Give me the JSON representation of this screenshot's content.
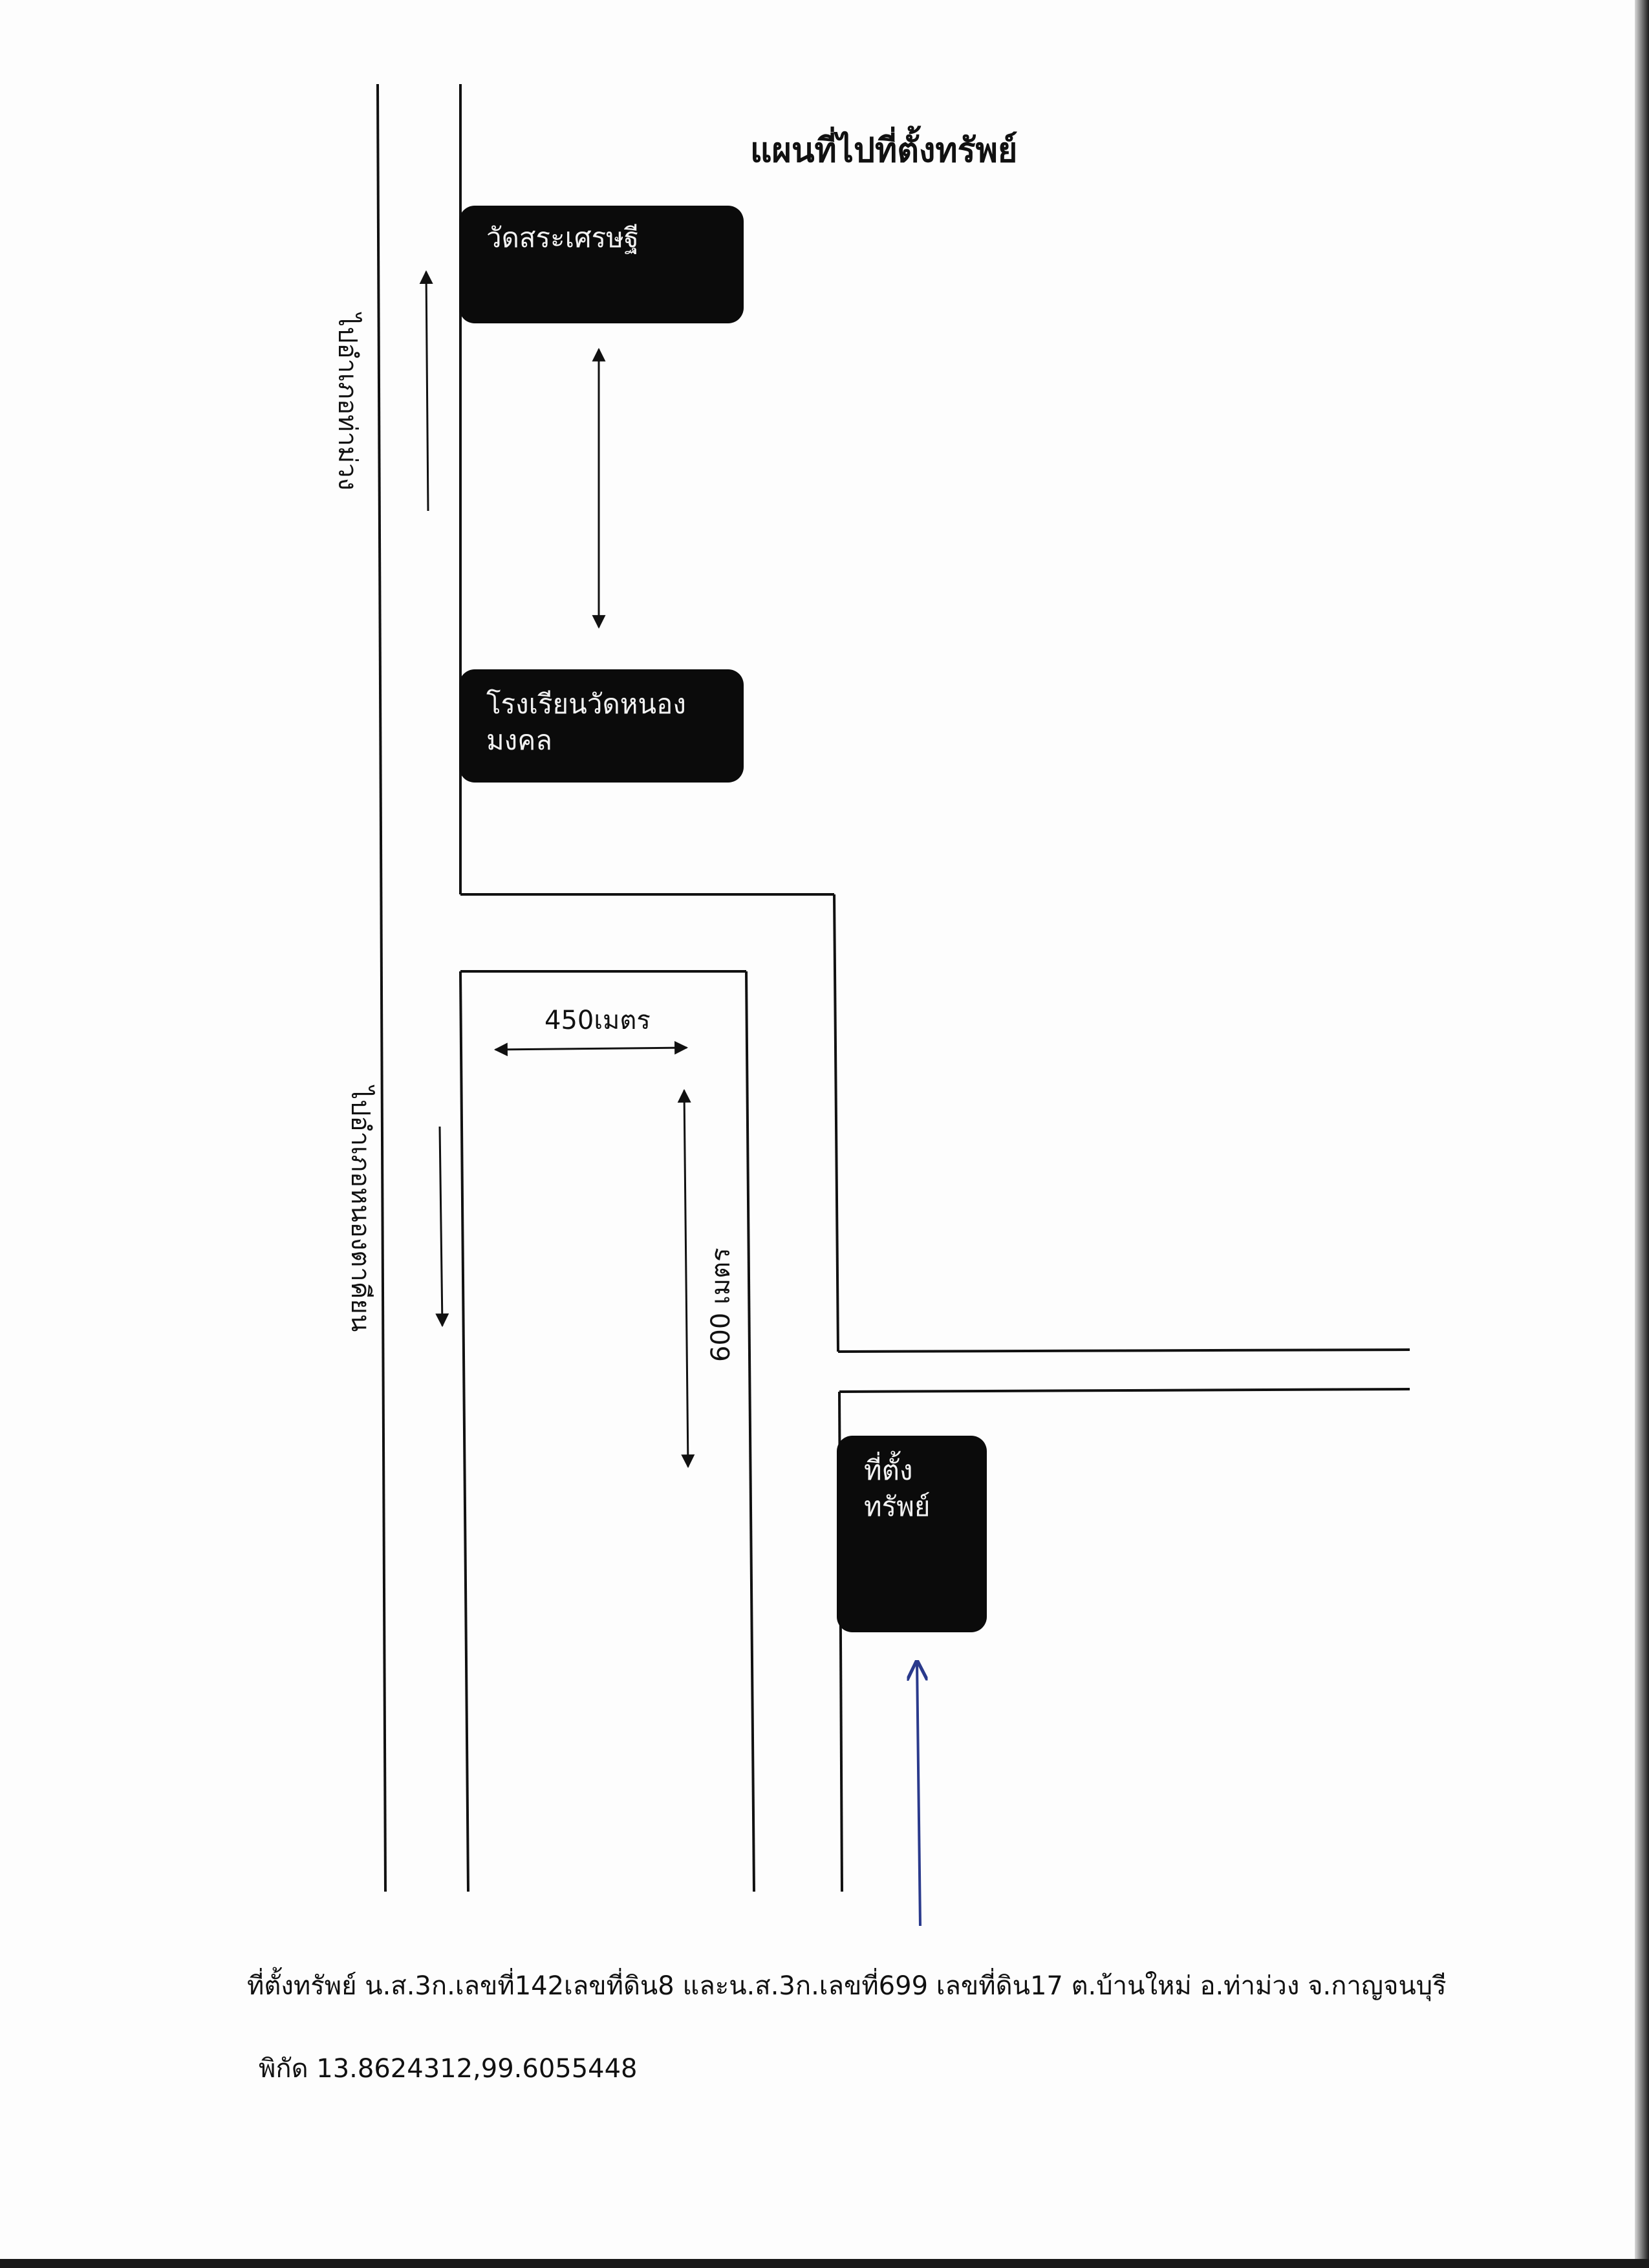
{
  "map": {
    "title": "แผนที่ไปที่ตั้งทรัพย์",
    "landmarks": {
      "temple": "วัดสระเศรษฐี",
      "school_line1": "โรงเรียนวัดหนอง",
      "school_line2": "มงคล",
      "property_line1": "ที่ตั้ง",
      "property_line2": "ทรัพย์"
    },
    "road_labels": {
      "to_tha_muang": "ไปอำเภอท่าม่วง",
      "to_nong_takhian": "ไปอำเภอหนองตาคียน"
    },
    "distances": {
      "horizontal": "450เมตร",
      "vertical": "600 เมตร"
    },
    "colors": {
      "landmark_box": "#0b0b0b",
      "road_line": "#111111",
      "pen_arrow": "#2a3a8c"
    }
  },
  "footer": {
    "address": "ที่ตั้งทรัพย์ น.ส.3ก.เลขที่142เลขที่ดิน8 และน.ส.3ก.เลขที่699  เลขที่ดิน17 ต.บ้านใหม่ อ.ท่าม่วง จ.กาญจนบุรี",
    "coordinates": "พิกัด 13.8624312,99.6055448"
  }
}
